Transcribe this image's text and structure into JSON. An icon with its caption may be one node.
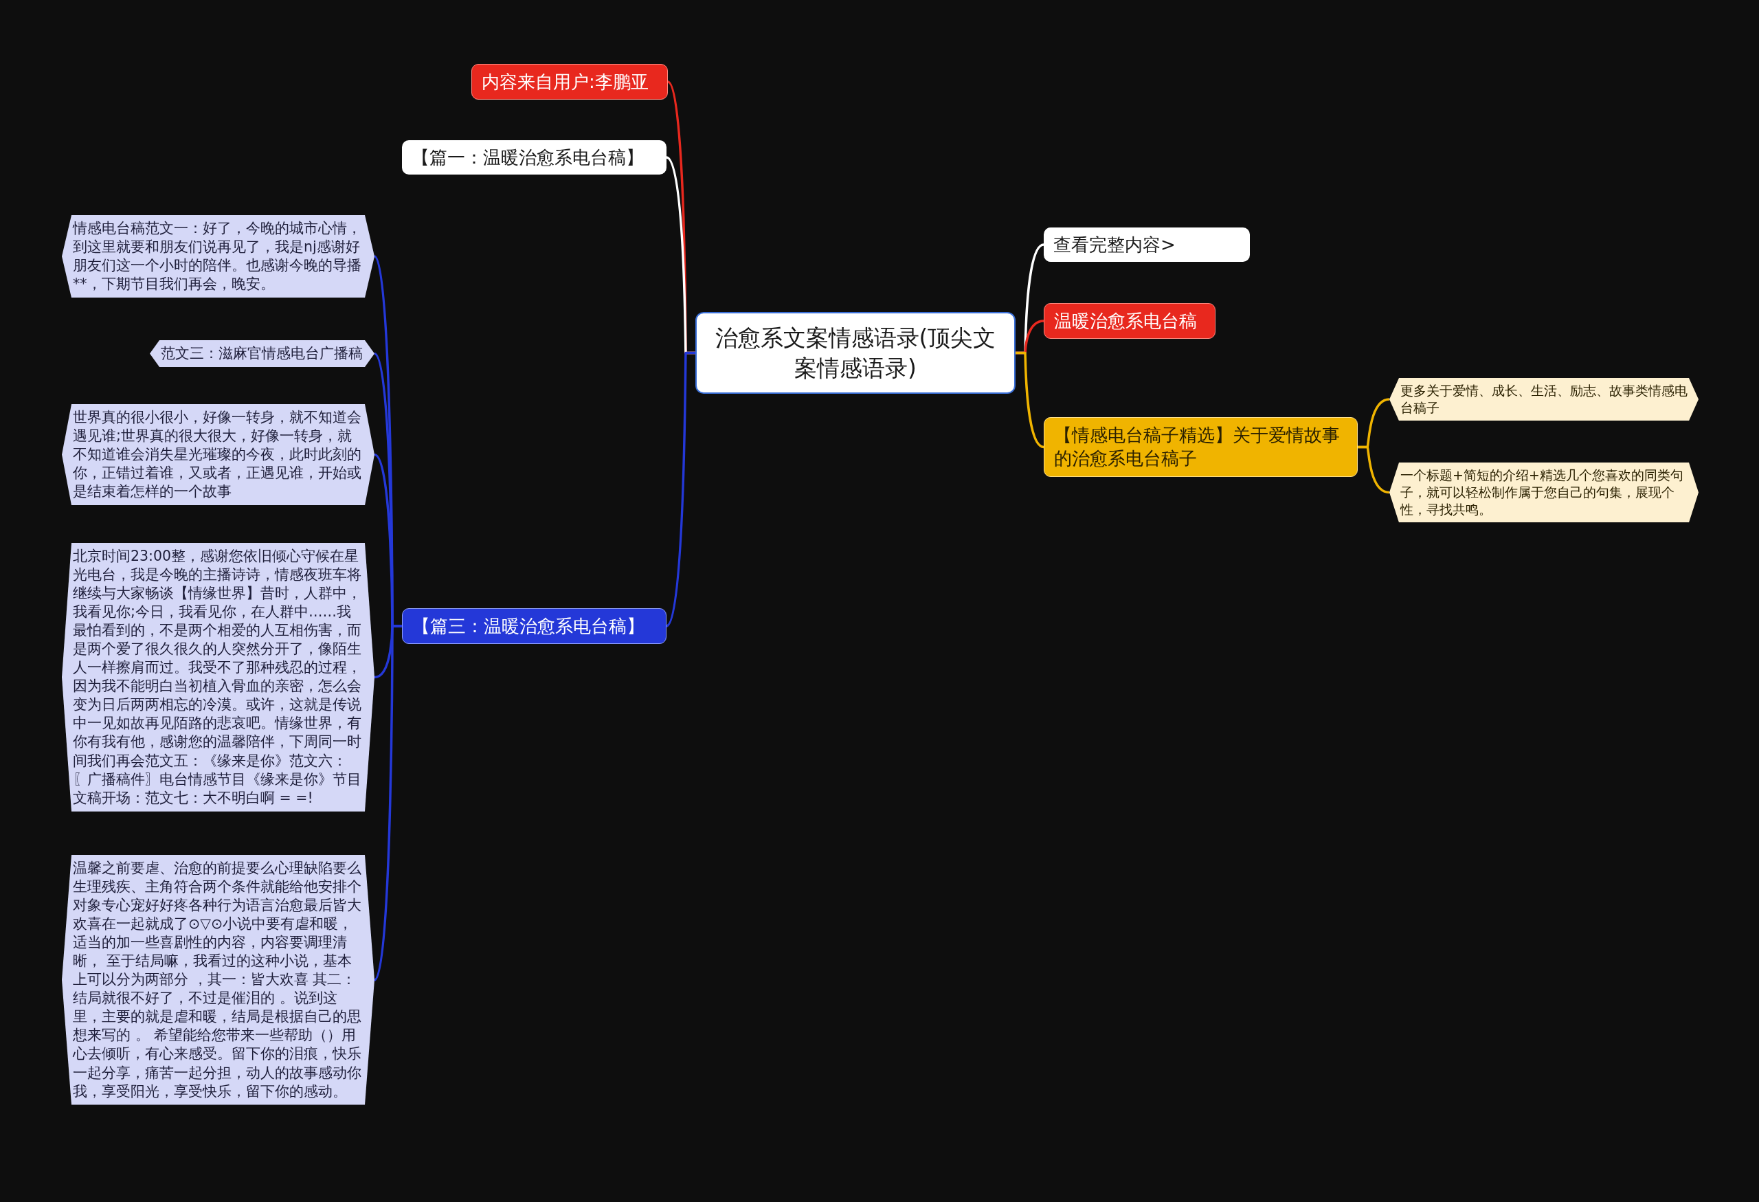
{
  "diagram": {
    "nodes": [
      {
        "text": [
          "治愈系文案情感语录(顶尖文案情感语录)"
        ]
      },
      {
        "text": [
          "内容来自用户:李鹏亚"
        ]
      },
      {
        "text": [
          "【篇一：温暖治愈系电台稿】"
        ]
      },
      {
        "text": [
          "【篇三：温暖治愈系电台稿】"
        ]
      },
      {
        "text": [
          "情感电台稿范文一：好了，今晚的城市心情，到这里就要和朋友们说再见了，我是nj感谢好朋友们这一个小时的陪伴。也感谢今晚的导播**，下期节目我们再会，晚安。"
        ]
      },
      {
        "text": [
          "范文三：滋麻官情感电台广播稿"
        ]
      },
      {
        "text": [
          "世界真的很小很小，好像一转身，就不知道会遇见谁;世界真的很大很大，好像一转身，就不知道谁会消失星光璀璨的今夜，此时此刻的你，正错过着谁，又或者，正遇见谁，开始或是结束着怎样的一个故事"
        ]
      },
      {
        "text": [
          "北京时间23:00整，感谢您依旧倾心守候在星光电台，我是今晚的主播诗诗，情感夜班车将继续与大家畅谈【情缘世界】昔时，人群中，我看见你;今日，我看见你，在人群中……我最怕看到的，不是两个相爱的人互相伤害，而是两个爱了很久很久的人突然分开了，像陌生人一样擦肩而过。我受不了那种残忍的过程，因为我不能明白当初植入骨血的亲密，怎么会变为日后两两相忘的冷漠。或许，这就是传说中一见如故再见陌路的悲哀吧。情缘世界，有你有我有他，感谢您的温馨陪伴，下周同一时间我们再会范文五：《缘来是你》范文六：〖广播稿件〗电台情感节目《缘来是你》节目文稿开场：范文七：大不明白啊 = =!"
        ]
      },
      {
        "text": [
          "温馨之前要虐、治愈的前提要么心理缺陷要么生理残疾、主角符合两个条件就能给他安排个对象专心宠好好疼各种行为语言治愈最后皆大欢喜在一起就成了⊙▽⊙小说中要有虐和暖，适当的加一些喜剧性的内容，内容要调理清晰， 至于结局嘛，我看过的这种小说，基本上可以分为两部分 ，其一：皆大欢喜 其二：结局就很不好了，不过是催泪的 。说到这里，主要的就是虐和暖，结局是根据自己的思想来写的 。 希望能给您带来一些帮助（）用心去倾听，有心来感受。留下你的泪痕，快乐一起分享，痛苦一起分担，动人的故事感动你我，享受阳光，享受快乐，留下你的感动。"
        ]
      },
      {
        "text": [
          "查看完整内容>"
        ]
      },
      {
        "text": [
          "温暖治愈系电台稿"
        ]
      },
      {
        "text": [
          "【情感电台稿子精选】关于爱情故事的治愈系电台稿子"
        ]
      },
      {
        "text": [
          "更多关于爱情、成长、生活、励志、故事类情感电台稿子"
        ]
      },
      {
        "text": [
          "一个标题+简短的介绍+精选几个您喜欢的同类句子，就可以轻松制作属于您自己的句集，展现个性，寻找共鸣。"
        ]
      }
    ],
    "edges": [
      {
        "from": 0,
        "to": 1,
        "arrow": "none",
        "color": "#e8281e"
      },
      {
        "from": 0,
        "to": 2,
        "arrow": "none",
        "color": "#ffffff"
      },
      {
        "from": 0,
        "to": 3,
        "arrow": "none",
        "color": "#2438d8"
      },
      {
        "from": 3,
        "to": 4,
        "arrow": "none",
        "color": "#2438d8"
      },
      {
        "from": 3,
        "to": 5,
        "arrow": "none",
        "color": "#2438d8"
      },
      {
        "from": 3,
        "to": 6,
        "arrow": "none",
        "color": "#2438d8"
      },
      {
        "from": 3,
        "to": 7,
        "arrow": "none",
        "color": "#2438d8"
      },
      {
        "from": 3,
        "to": 8,
        "arrow": "none",
        "color": "#2438d8"
      },
      {
        "from": 0,
        "to": 9,
        "arrow": "none",
        "color": "#ffffff"
      },
      {
        "from": 0,
        "to": 10,
        "arrow": "none",
        "color": "#e8281e"
      },
      {
        "from": 0,
        "to": 11,
        "arrow": "none",
        "color": "#f0b400"
      },
      {
        "from": 11,
        "to": 12,
        "arrow": "none",
        "color": "#f0b400"
      },
      {
        "from": 11,
        "to": 13,
        "arrow": "none",
        "color": "#f0b400"
      }
    ]
  }
}
